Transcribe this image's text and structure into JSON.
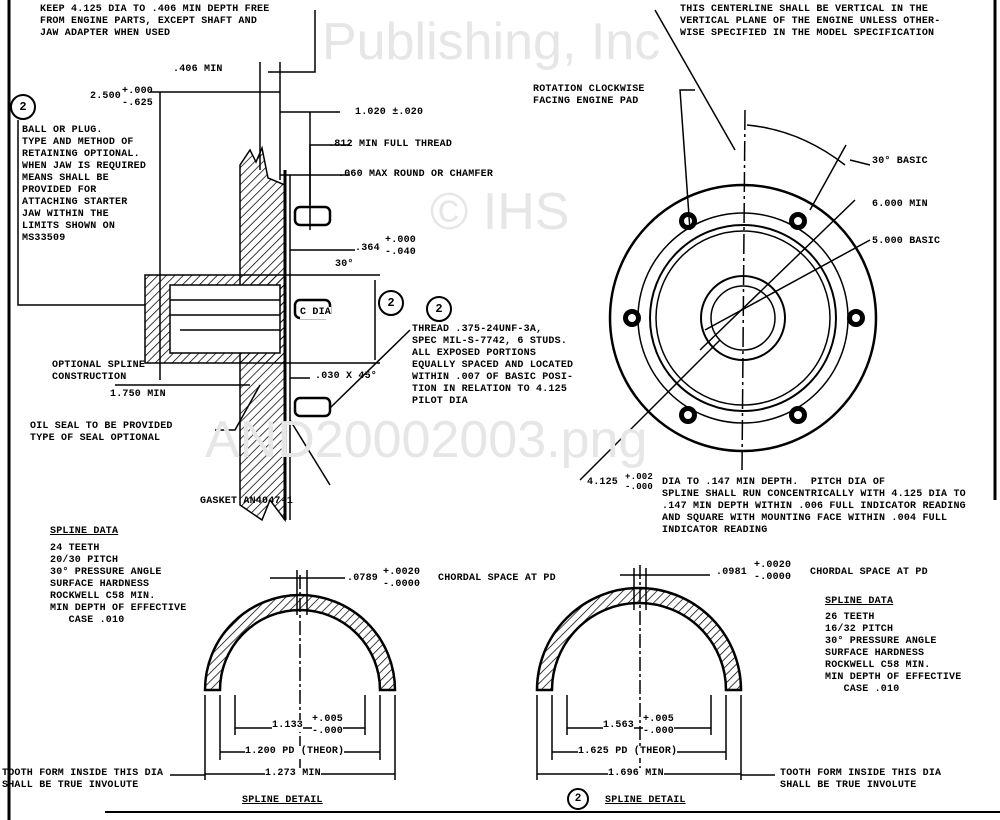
{
  "watermark": {
    "line1": "© IHS",
    "line2": "Publishing, Inc",
    "line3": "AND20002003.png"
  },
  "notes": {
    "keep_clear": "KEEP 4.125 DIA TO .406 MIN DEPTH FREE\nFROM ENGINE PARTS, EXCEPT SHAFT AND\nJAW ADAPTER WHEN USED",
    "dim_406": ".406 MIN",
    "dim_2500": "2.500",
    "dim_2500_tol": "+.000\n-.625",
    "dim_1020": "1.020 ±.020",
    "ball_plug": "BALL OR PLUG.\nTYPE AND METHOD OF\nRETAINING OPTIONAL.\nWHEN JAW IS REQUIRED\nMEANS SHALL BE\nPROVIDED FOR\nATTACHING STARTER\nJAW WITHIN THE\nLIMITS SHOWN ON\nMS33509",
    "thread_812": ".812 MIN FULL THREAD",
    "round_060": ".060 MAX ROUND OR CHAMFER",
    "dim_364": ".364",
    "dim_364_tol": "+.000\n-.040",
    "angle_30": "30°",
    "c_dia": "C DIA",
    "thread_note": "THREAD .375-24UNF-3A,\nSPEC MIL-S-7742, 6 STUDS.\nALL EXPOSED PORTIONS\nEQUALLY SPACED AND LOCATED\nWITHIN .007 OF BASIC POSI-\nTION IN RELATION TO 4.125\nPILOT DIA",
    "optional_spline": "OPTIONAL SPLINE\nCONSTRUCTION",
    "dim_1750": "1.750 MIN",
    "chamfer_030": ".030 X 45°",
    "oil_seal": "OIL SEAL TO BE PROVIDED\nTYPE OF SEAL OPTIONAL",
    "gasket": "GASKET AN4047-1",
    "centerline": "THIS CENTERLINE SHALL BE VERTICAL IN THE\nVERTICAL PLANE OF THE ENGINE UNLESS OTHER-\nWISE SPECIFIED IN THE MODEL SPECIFICATION",
    "rotation": "ROTATION CLOCKWISE\nFACING ENGINE PAD",
    "basic_30": "30° BASIC",
    "dim_6000": "6.000 MIN",
    "dim_5000": "5.000 BASIC",
    "dim_4125": "4.125",
    "dim_4125_tol": "+.002\n-.000",
    "pilot_note": "DIA TO .147 MIN DEPTH.  PITCH DIA OF\nSPLINE SHALL RUN CONCENTRICALLY WITH 4.125 DIA TO\n.147 MIN DEPTH WITHIN .006 FULL INDICATOR READING\nAND SQUARE WITH MOUNTING FACE WITHIN .004 FULL\nINDICATOR READING"
  },
  "spline_left": {
    "heading": "SPLINE DATA",
    "data": "24 TEETH\n20/30 PITCH\n30° PRESSURE ANGLE\nSURFACE HARDNESS\nROCKWELL C58 MIN.\nMIN DEPTH OF EFFECTIVE\n   CASE .010",
    "chordal": ".0789",
    "chordal_tol": "+.0020\n-.0000",
    "chordal_label": "CHORDAL SPACE AT PD",
    "dim_a": "1.133",
    "dim_a_tol": "+.005\n-.000",
    "dim_pd": "1.200 PD (THEOR)",
    "dim_min": "1.273 MIN",
    "tooth_form": "TOOTH FORM INSIDE THIS DIA\nSHALL BE TRUE INVOLUTE",
    "title": "SPLINE DETAIL"
  },
  "spline_right": {
    "heading": "SPLINE DATA",
    "data": "26 TEETH\n16/32 PITCH\n30° PRESSURE ANGLE\nSURFACE HARDNESS\nROCKWELL C58 MIN.\nMIN DEPTH OF EFFECTIVE\n   CASE .010",
    "chordal": ".0981",
    "chordal_tol": "+.0020\n-.0000",
    "chordal_label": "CHORDAL SPACE AT PD",
    "dim_a": "1.563",
    "dim_a_tol": "+.005\n-.000",
    "dim_pd": "1.625 PD (THEOR)",
    "dim_min": "1.696 MIN",
    "tooth_form": "TOOTH FORM INSIDE THIS DIA\nSHALL BE TRUE INVOLUTE",
    "title": "SPLINE DETAIL",
    "callout": "2"
  },
  "callouts": {
    "ball": "2",
    "c_dia": "2",
    "thread": "2"
  }
}
